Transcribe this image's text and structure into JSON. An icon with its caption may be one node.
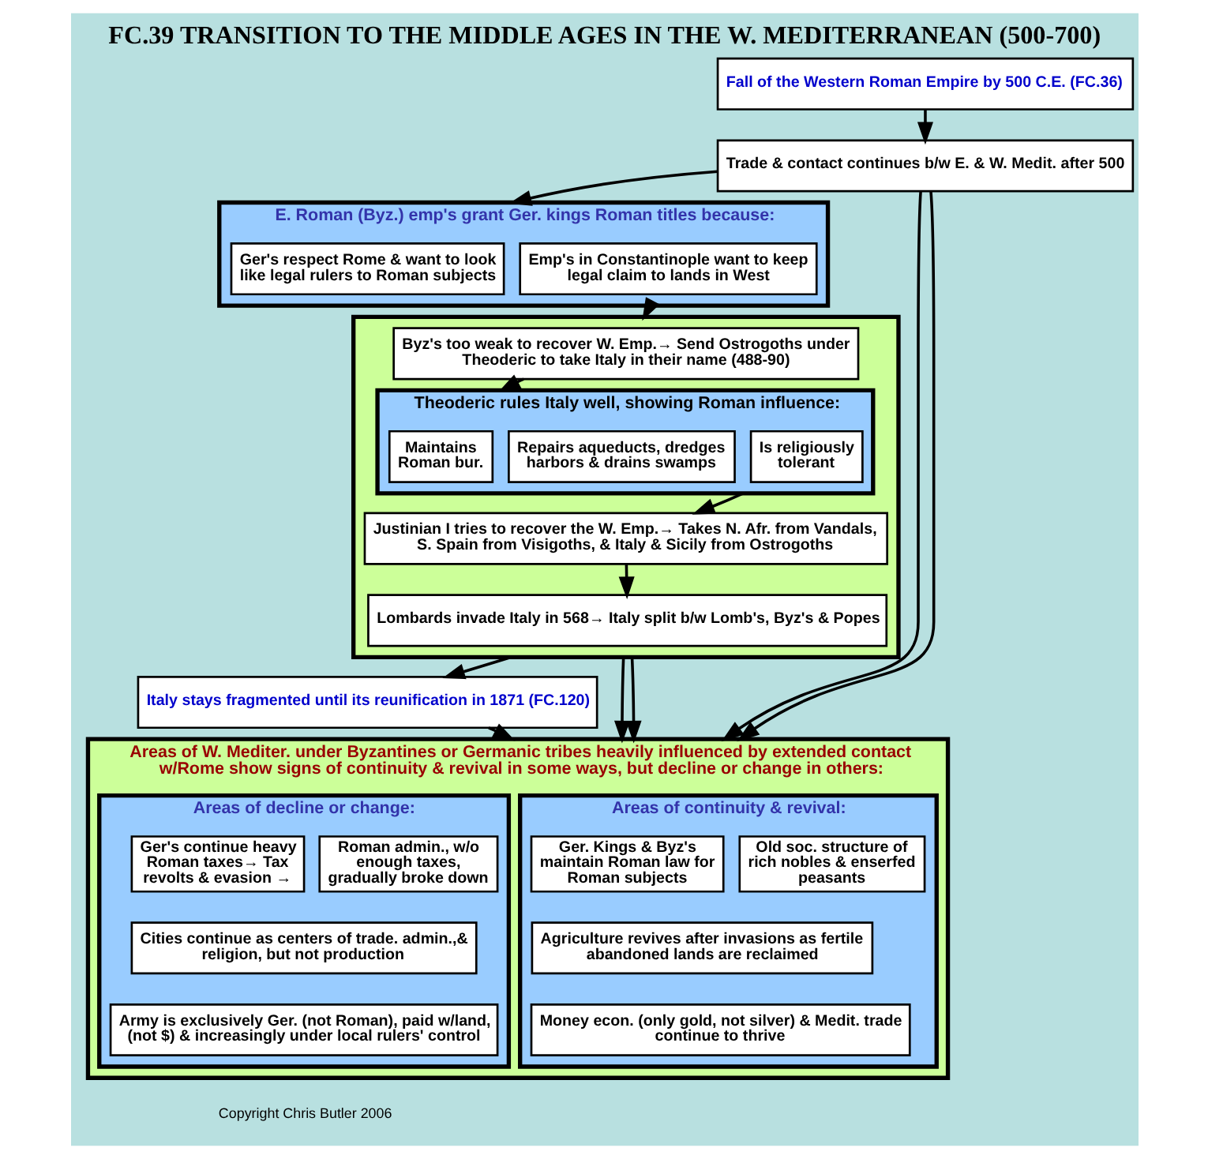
{
  "diagram": {
    "title": "FC.39 TRANSITION TO THE MIDDLE AGES IN THE W. MEDITERRANEAN (500-700)",
    "nodes": [
      {
        "text": [
          "Fall of the Western Roman Empire by 500 C.E. (FC.36)"
        ]
      },
      {
        "text": [
          "Trade & contact continues b/w E. & W. Medit. after 500"
        ]
      },
      {
        "text": [
          "E. Roman (Byz.) emp's grant Ger. kings Roman titles because:"
        ]
      },
      {
        "text": [
          "Ger's respect Rome & want to look like legal rulers to Roman subjects"
        ],
        "in": 2
      },
      {
        "text": [
          "Emp's in Constantinople want to keep legal claim to lands in West"
        ],
        "in": 2
      },
      {
        "text": [],
        "shape": "box"
      },
      {
        "text": [
          "Byz's too weak to recover W. Emp.→ Send Ostrogoths under Theoderic to take Italy in their name (488-90)"
        ],
        "in": 5
      },
      {
        "text": [
          "Theoderic rules Italy well, showing Roman influence:"
        ],
        "in": 5
      },
      {
        "text": [
          "Maintains Roman bur."
        ],
        "in": 7
      },
      {
        "text": [
          "Repairs aqueducts, dredges harbors & drains swamps"
        ],
        "in": 7
      },
      {
        "text": [
          "Is religiously tolerant"
        ],
        "in": 7
      },
      {
        "text": [
          "Justinian I tries to recover the W. Emp.→ Takes N. Afr. from Vandals, S. Spain from Visigoths, & Italy & Sicily from Ostrogoths"
        ],
        "in": 5
      },
      {
        "text": [
          "Lombards invade Italy in 568→ Italy split b/w Lomb's, Byz's & Popes"
        ],
        "in": 5
      },
      {
        "text": [
          "Italy stays fragmented until its reunification in 1871 (FC.120)"
        ]
      },
      {
        "text": [
          "Areas of W. Mediter. under Byzantines or Germanic tribes heavily influenced by extended contact w/Rome show signs of continuity & revival in some ways, but decline or change in others:"
        ]
      },
      {
        "text": [
          "Areas of continuity & revival:"
        ],
        "in": 14
      },
      {
        "text": [
          "Ger. Kings & Byz's maintain Roman law for Roman subjects"
        ],
        "in": 15
      },
      {
        "text": [
          "Old soc. structure of rich nobles & enserfed peasants"
        ],
        "in": 15
      },
      {
        "text": [
          "Agriculture revives after invasions as fertile abandoned lands are reclaimed"
        ],
        "in": 15
      },
      {
        "text": [
          "Money econ. (only gold, not silver) & Medit. trade continue to thrive"
        ],
        "in": 15
      },
      {
        "text": [
          "Areas of decline or change:"
        ],
        "in": 14
      },
      {
        "text": [
          "Ger's continue heavy Roman taxes→ Tax revolts & evasion →"
        ],
        "in": 20
      },
      {
        "text": [
          "Roman admin., w/o enough taxes, gradually broke down"
        ],
        "in": 20
      },
      {
        "text": [
          "Cities continue as centers of trade. admin.,& religion, but not production"
        ],
        "in": 20
      },
      {
        "text": [
          "Army is exclusively Ger. (not Roman), paid w/land, (not $) & increasingly under local rulers' control"
        ],
        "in": 20
      }
    ],
    "edges": [
      {
        "from": 0,
        "to": 1,
        "arrow": "to"
      },
      {
        "from": 1,
        "to": 2,
        "arrow": "to"
      },
      {
        "from": 2,
        "to": 5,
        "arrow": "to"
      },
      {
        "from": 6,
        "to": 7,
        "arrow": "to"
      },
      {
        "from": 7,
        "to": 11,
        "arrow": "to"
      },
      {
        "from": 11,
        "to": 12,
        "arrow": "to"
      },
      {
        "from": 5,
        "to": 13,
        "arrow": "to"
      },
      {
        "from": 13,
        "to": 14,
        "arrow": "to"
      },
      {
        "from": 1,
        "to": 14,
        "arrow": "to"
      },
      {
        "from": 1,
        "to": 14,
        "arrow": "to"
      },
      {
        "from": 5,
        "to": 14,
        "arrow": "to"
      },
      {
        "from": 5,
        "to": 14,
        "arrow": "to"
      }
    ],
    "labels": [
      "Copyright Chris Butler 2006"
    ]
  }
}
